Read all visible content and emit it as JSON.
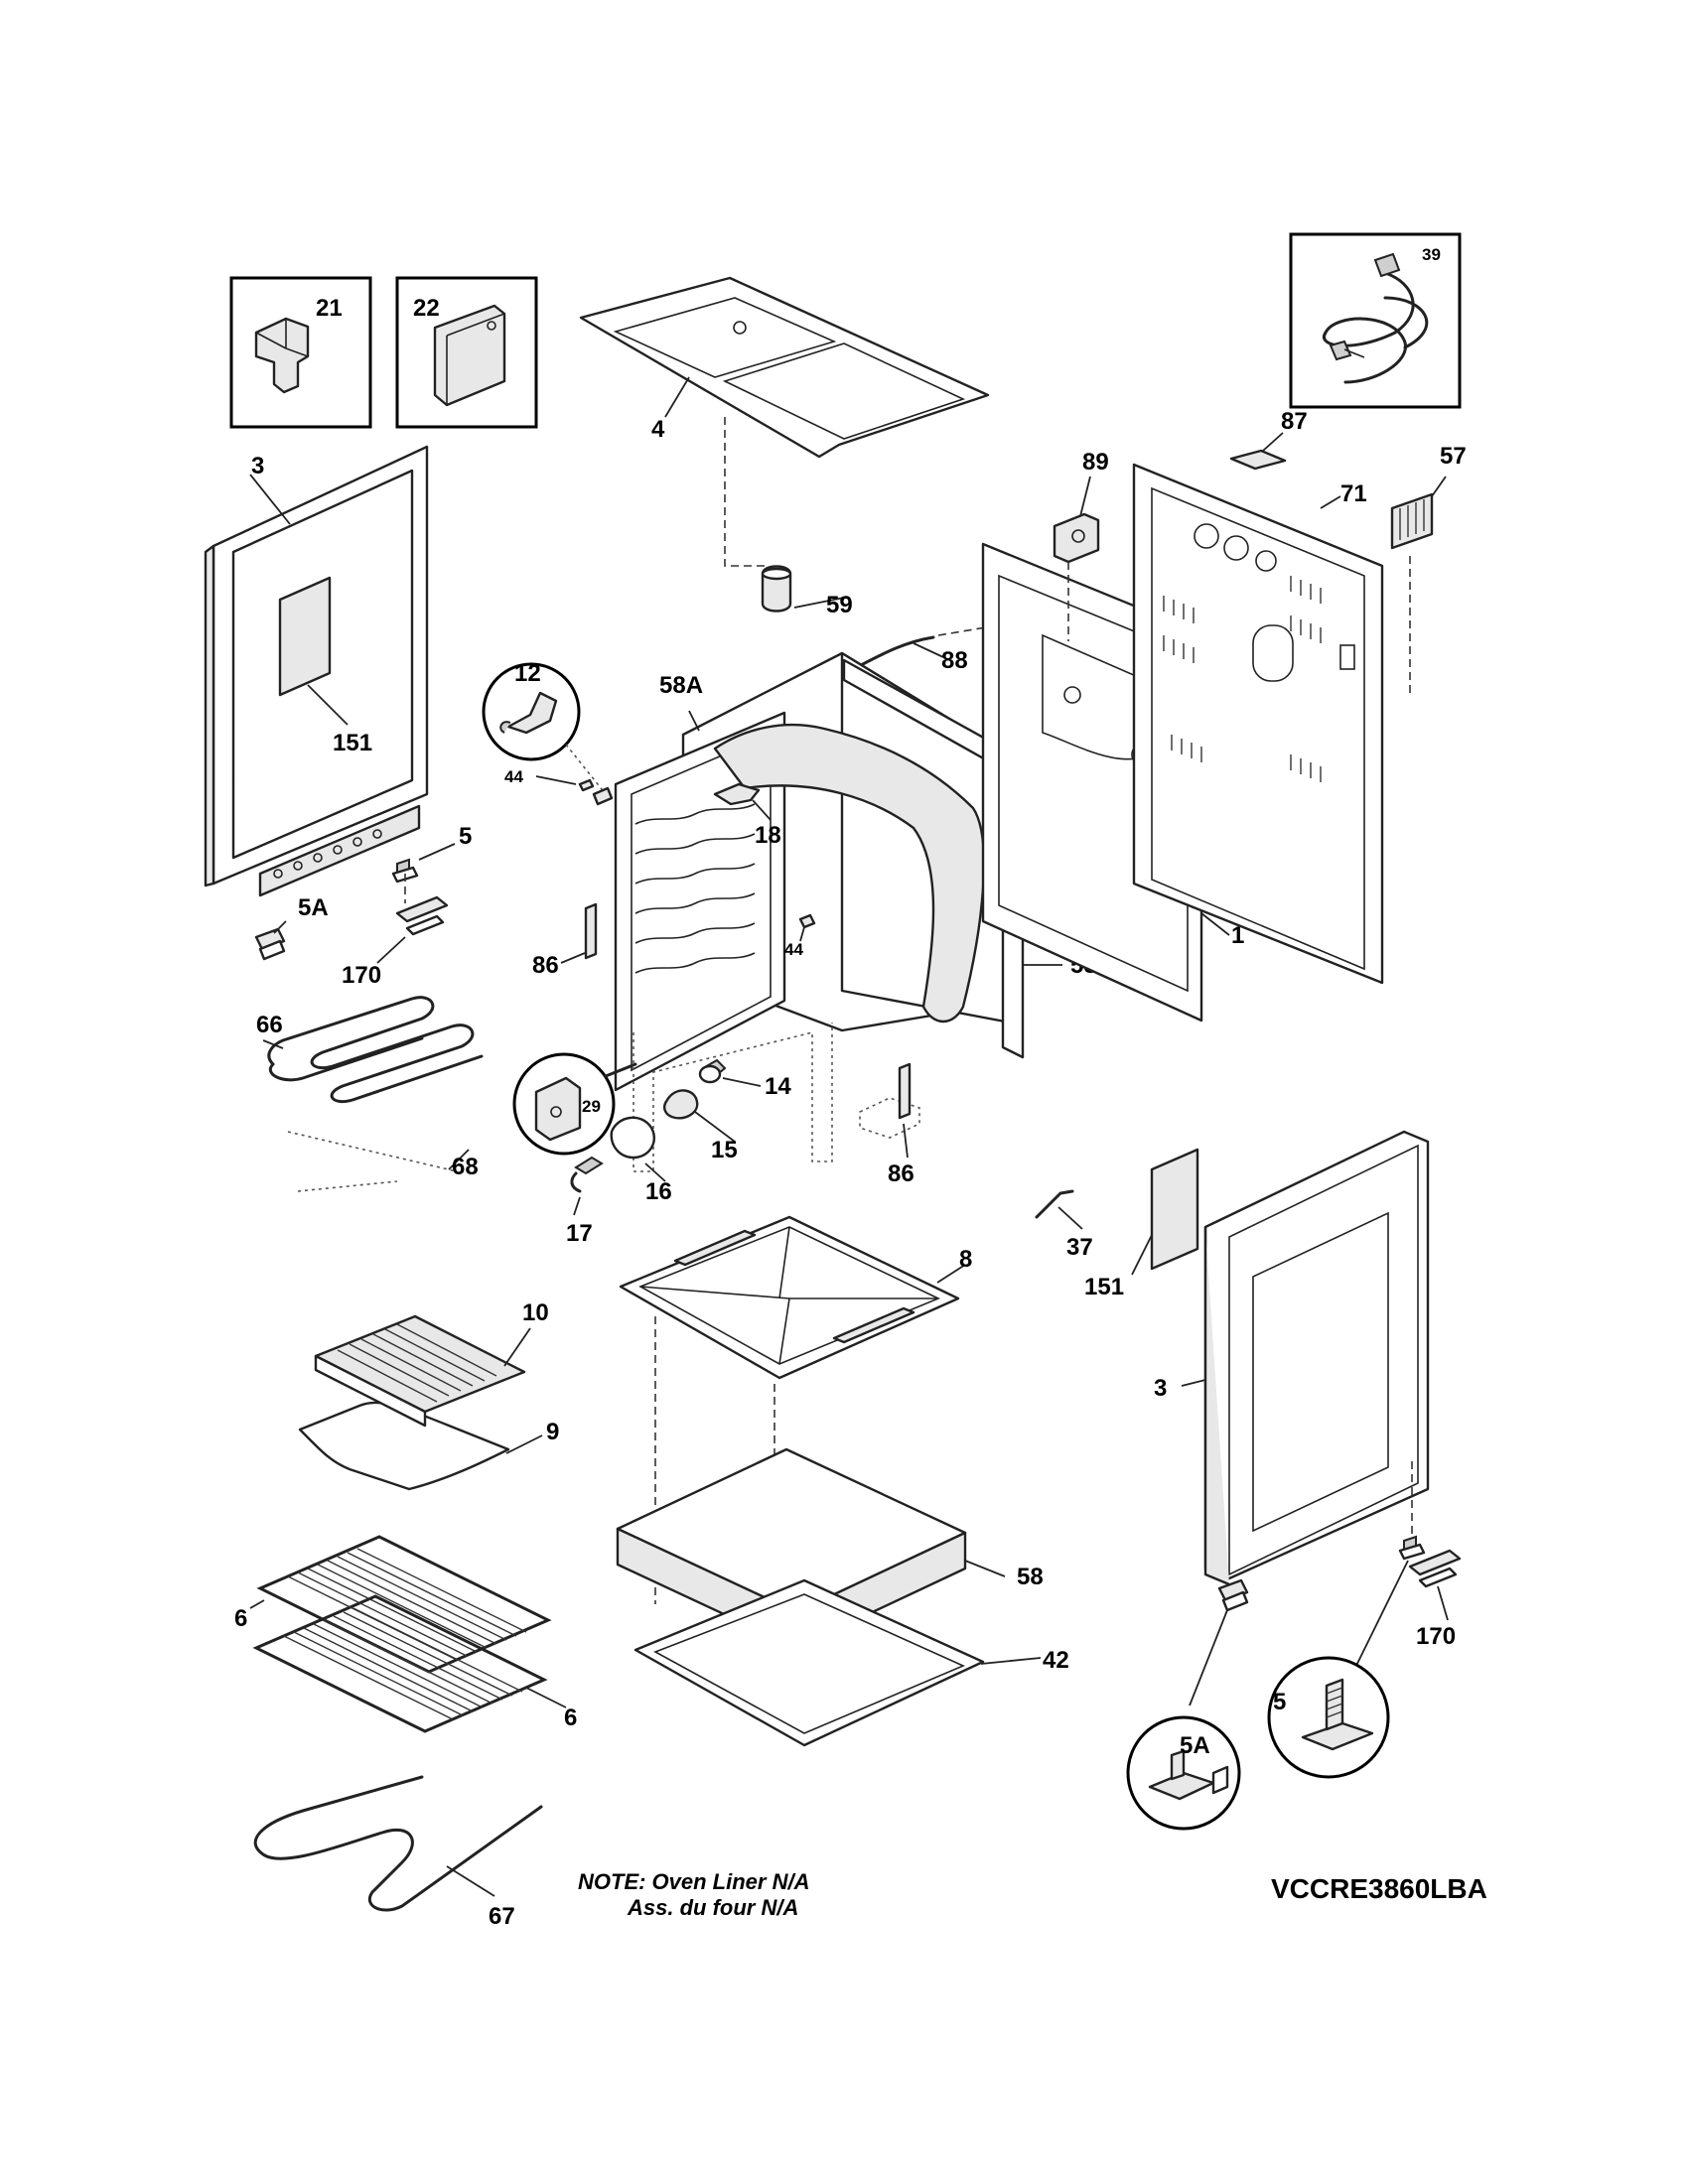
{
  "diagram": {
    "model": "VCCRE3860LBA",
    "note": {
      "line1": "NOTE: Oven Liner N/A",
      "line2": "Ass. du four N/A"
    },
    "labels": {
      "p21": "21",
      "p22": "22",
      "p39": "39",
      "p3_left": "3",
      "p4": "4",
      "p89": "89",
      "p87": "87",
      "p57": "57",
      "p71": "71",
      "p59": "59",
      "p88": "88",
      "p12": "12",
      "p58A": "58A",
      "p151_left": "151",
      "p44_left": "44",
      "p18": "18",
      "p5_left": "5",
      "p5A_left": "5A",
      "p170_left": "170",
      "p86_left": "86",
      "p44_right": "44",
      "p58B": "58B",
      "p1": "1",
      "p66": "66",
      "p29": "29",
      "p14": "14",
      "p15": "15",
      "p68": "68",
      "p16": "16",
      "p86_right": "86",
      "p17": "17",
      "p37": "37",
      "p8": "8",
      "p151_right": "151",
      "p10": "10",
      "p9": "9",
      "p3_right": "3",
      "p58": "58",
      "p6_top": "6",
      "p42": "42",
      "p6_bottom": "6",
      "p170_right": "170",
      "p5_right": "5",
      "p5A_right": "5A",
      "p67": "67"
    }
  }
}
